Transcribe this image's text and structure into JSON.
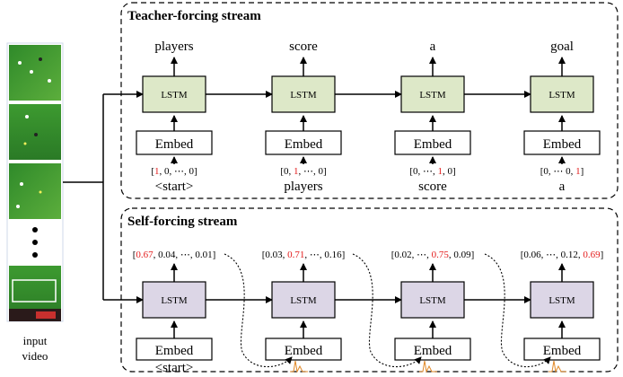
{
  "teacher_stream": {
    "title": "Teacher-forcing stream",
    "cells": [
      {
        "lstm": "LSTM",
        "embed": "Embed",
        "output": "players",
        "vec": [
          "[",
          "1",
          ", 0, ⋯, 0]"
        ],
        "input_word": "<start>"
      },
      {
        "lstm": "LSTM",
        "embed": "Embed",
        "output": "score",
        "vec": [
          "[0, ",
          "1",
          ", ⋯, 0]"
        ],
        "input_word": "players"
      },
      {
        "lstm": "LSTM",
        "embed": "Embed",
        "output": "a",
        "vec": [
          "[0, ⋯, ",
          "1",
          ", 0]"
        ],
        "input_word": "score"
      },
      {
        "lstm": "LSTM",
        "embed": "Embed",
        "output": "goal",
        "vec": [
          "[0, ⋯ 0, ",
          "1",
          "]"
        ],
        "input_word": "a"
      }
    ]
  },
  "self_stream": {
    "title": "Self-forcing stream",
    "cells": [
      {
        "lstm": "LSTM",
        "embed": "Embed",
        "vec": [
          "[",
          "0.67",
          ", 0.04, ⋯, 0.01]"
        ],
        "input_word": "<start>"
      },
      {
        "lstm": "LSTM",
        "embed": "Embed",
        "vec": [
          "[0.03, ",
          "0.71",
          ", ⋯, 0.16]"
        ]
      },
      {
        "lstm": "LSTM",
        "embed": "Embed",
        "vec": [
          "[0.02, ⋯, ",
          "0.75",
          ", 0.09]"
        ]
      },
      {
        "lstm": "LSTM",
        "embed": "Embed",
        "vec": [
          "[0.06, ⋯, 0.12, ",
          "0.69",
          "]"
        ]
      }
    ]
  },
  "input": {
    "label_line1": "input",
    "label_line2": "video",
    "ellipsis": "•"
  },
  "colors": {
    "teacher_lstm_fill": "#dde8c8",
    "self_lstm_fill": "#dcd6e6",
    "highlight": "#e31b1b"
  }
}
